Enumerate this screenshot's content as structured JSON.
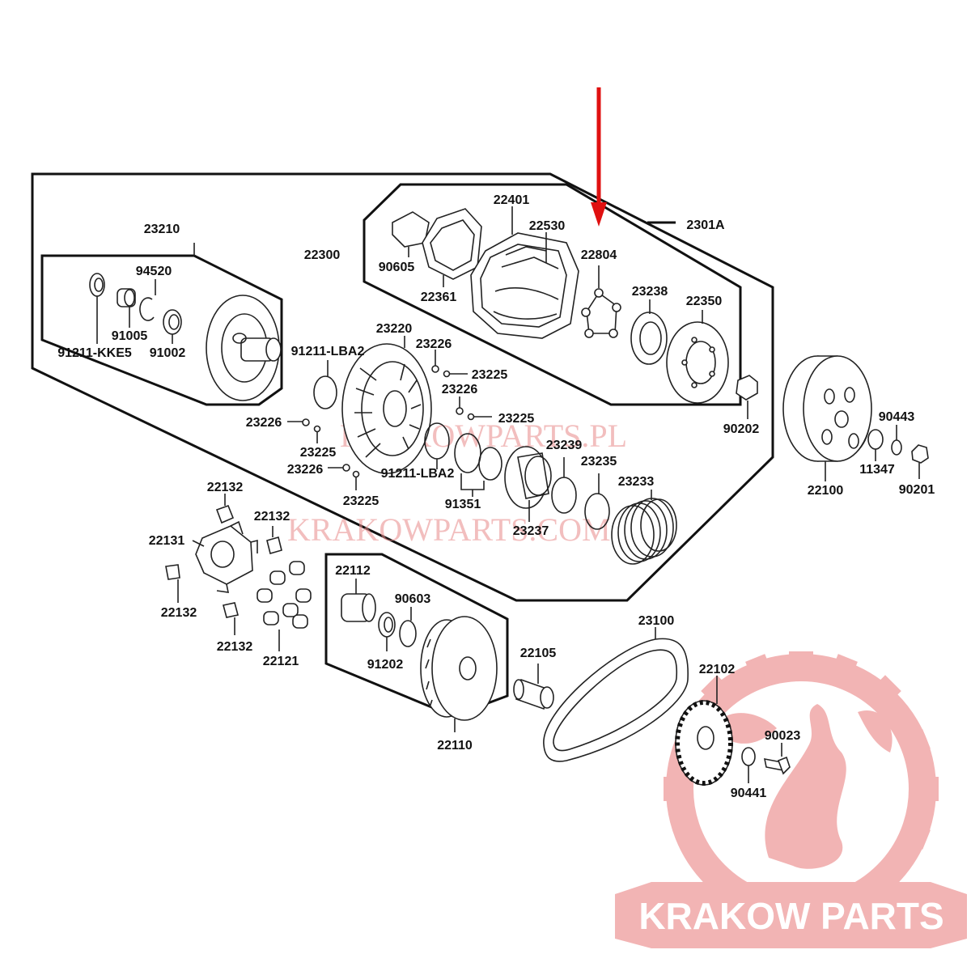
{
  "labels": {
    "l23210": "23210",
    "l94520": "94520",
    "l91005": "91005",
    "l91002": "91002",
    "l91211kke5": "91211-KKE5",
    "l22300": "22300",
    "l90605": "90605",
    "l22361": "22361",
    "l22401": "22401",
    "l22530": "22530",
    "l22804": "22804",
    "l23238": "23238",
    "l22350": "22350",
    "l2301a": "2301A",
    "l90202": "90202",
    "l91211lba2a": "91211-LBA2",
    "l23220": "23220",
    "l23226a": "23226",
    "l23225a": "23225",
    "l23226b": "23226",
    "l23225b": "23225",
    "l23226c": "23226",
    "l23225c": "23225",
    "l23226d": "23226",
    "l23225d": "23225",
    "l91211lba2b": "91211-LBA2",
    "l91351": "91351",
    "l23239": "23239",
    "l23235": "23235",
    "l23233": "23233",
    "l23237": "23237",
    "l22100": "22100",
    "l90443": "90443",
    "l11347": "11347",
    "l90201": "90201",
    "l22132a": "22132",
    "l22132b": "22132",
    "l22131": "22131",
    "l22132c": "22132",
    "l22132d": "22132",
    "l22121": "22121",
    "l22112": "22112",
    "l90603": "90603",
    "l91202": "91202",
    "l22110": "22110",
    "l22105": "22105",
    "l23100": "23100",
    "l22102": "22102",
    "l90023": "90023",
    "l90441": "90441"
  },
  "watermarks": {
    "pl": "KRAKOWPARTS.PL",
    "com": "KRAKOWPARTS.COM"
  },
  "logo": {
    "text": "KRAKOW PARTS",
    "color": "#e87878"
  },
  "arrow_color": "#e01010"
}
